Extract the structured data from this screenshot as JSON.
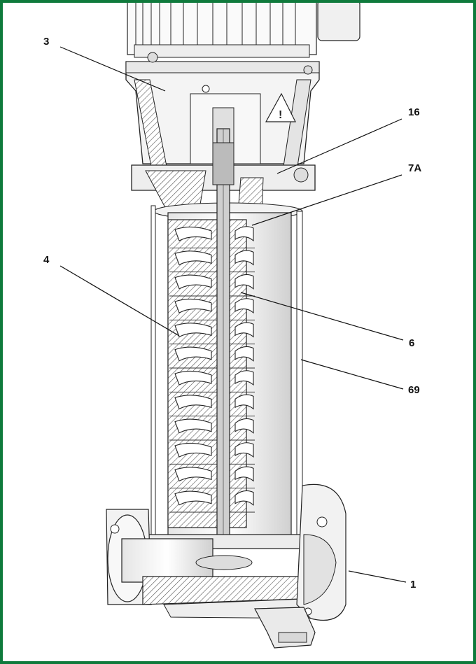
{
  "colors": {
    "frame": "#0f7a3c",
    "line": "#222222",
    "hatch": "#555555",
    "fill_light": "#f2f2f2",
    "fill_mid": "#d9d9d9",
    "fill_dark": "#9a9a9a"
  },
  "callouts": {
    "c3": "3",
    "c16": "16",
    "c7a": "7A",
    "c4": "4",
    "c6": "6",
    "c69": "69",
    "c1": "1"
  },
  "stages": 12
}
